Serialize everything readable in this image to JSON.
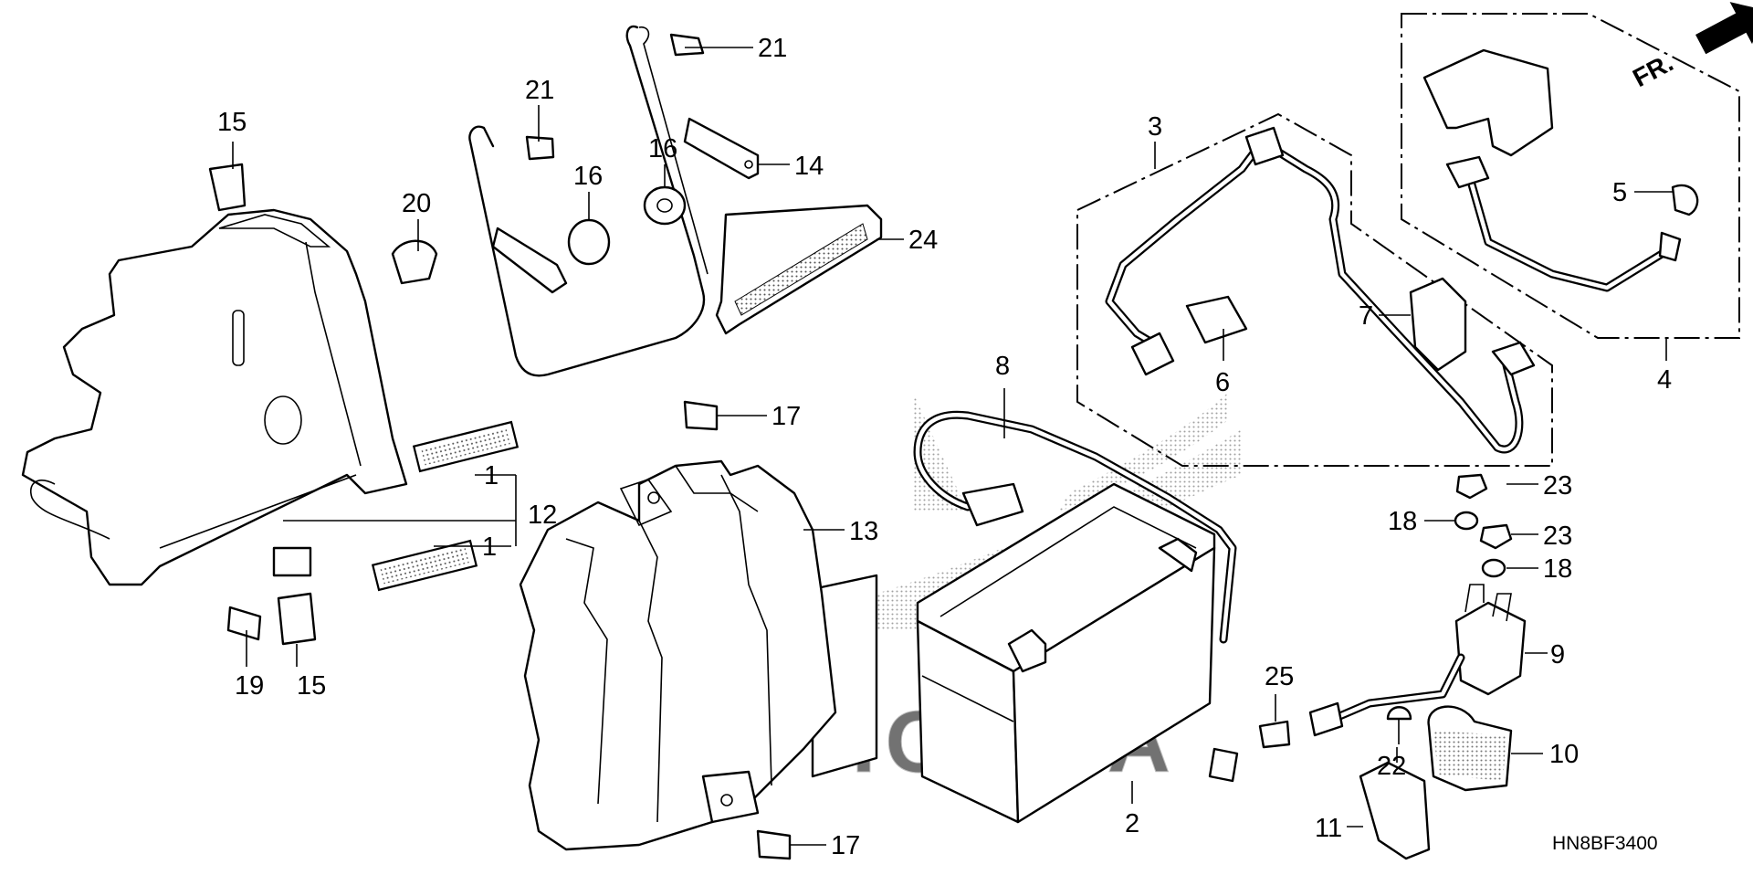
{
  "diagram": {
    "drawing_code": "HN8BF3400",
    "brand_watermark": "HONDA",
    "front_indicator": "FR.",
    "callouts": [
      {
        "id": "c1a",
        "label": "1"
      },
      {
        "id": "c1b",
        "label": "1"
      },
      {
        "id": "c2",
        "label": "2"
      },
      {
        "id": "c3",
        "label": "3"
      },
      {
        "id": "c4",
        "label": "4"
      },
      {
        "id": "c5",
        "label": "5"
      },
      {
        "id": "c6",
        "label": "6"
      },
      {
        "id": "c7",
        "label": "7"
      },
      {
        "id": "c8",
        "label": "8"
      },
      {
        "id": "c9",
        "label": "9"
      },
      {
        "id": "c10",
        "label": "10"
      },
      {
        "id": "c11",
        "label": "11"
      },
      {
        "id": "c12",
        "label": "12"
      },
      {
        "id": "c13",
        "label": "13"
      },
      {
        "id": "c14",
        "label": "14"
      },
      {
        "id": "c15a",
        "label": "15"
      },
      {
        "id": "c15b",
        "label": "15"
      },
      {
        "id": "c16a",
        "label": "16"
      },
      {
        "id": "c16b",
        "label": "16"
      },
      {
        "id": "c17a",
        "label": "17"
      },
      {
        "id": "c17b",
        "label": "17"
      },
      {
        "id": "c18a",
        "label": "18"
      },
      {
        "id": "c18b",
        "label": "18"
      },
      {
        "id": "c19",
        "label": "19"
      },
      {
        "id": "c20",
        "label": "20"
      },
      {
        "id": "c21a",
        "label": "21"
      },
      {
        "id": "c21b",
        "label": "21"
      },
      {
        "id": "c22",
        "label": "22"
      },
      {
        "id": "c23a",
        "label": "23"
      },
      {
        "id": "c23b",
        "label": "23"
      },
      {
        "id": "c24",
        "label": "24"
      },
      {
        "id": "c25",
        "label": "25"
      }
    ]
  }
}
